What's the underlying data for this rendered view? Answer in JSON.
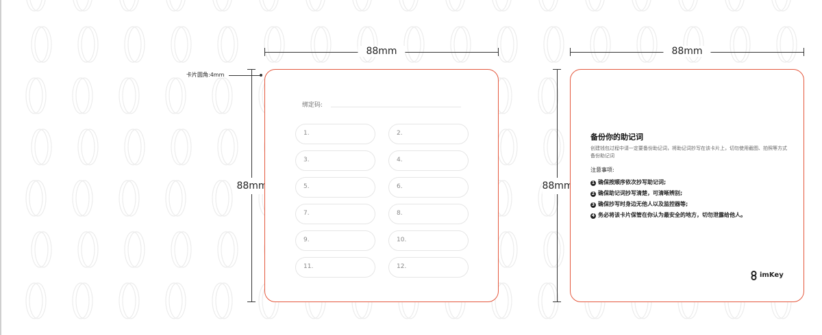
{
  "dimensions": {
    "left_width": "88mm",
    "left_height": "88mm",
    "right_width": "88mm",
    "right_height": "88mm",
    "corner_radius_note": "卡片圆角:4mm"
  },
  "left_card": {
    "bind_label": "绑定码:",
    "slots": [
      "1.",
      "2.",
      "3.",
      "4.",
      "5.",
      "6.",
      "7.",
      "8.",
      "9.",
      "10.",
      "11.",
      "12."
    ]
  },
  "right_card": {
    "title": "备份你的助记词",
    "description": "创建钱包过程中请一定要备份助记词，将助记词抄写在该卡片上，切勿使用截图、拍照等方式备份助记词",
    "notes_title": "注意事项:",
    "notes": [
      {
        "bullet": "1",
        "text": "确保按顺序依次抄写助记词;"
      },
      {
        "bullet": "2",
        "text": "确保助记词抄写清楚，可清晰辨别;"
      },
      {
        "bullet": "3",
        "text": "确保抄写时身边无他人以及监控器等;"
      },
      {
        "bullet": "4",
        "text": "务必将该卡片保管在你认为最安全的地方，切勿泄露给他人。"
      }
    ],
    "logo_text": "imKey",
    "logo_icon": "imkey-logo-icon"
  },
  "colors": {
    "card_border": "#e4573c",
    "background_pattern": "#ececec"
  }
}
